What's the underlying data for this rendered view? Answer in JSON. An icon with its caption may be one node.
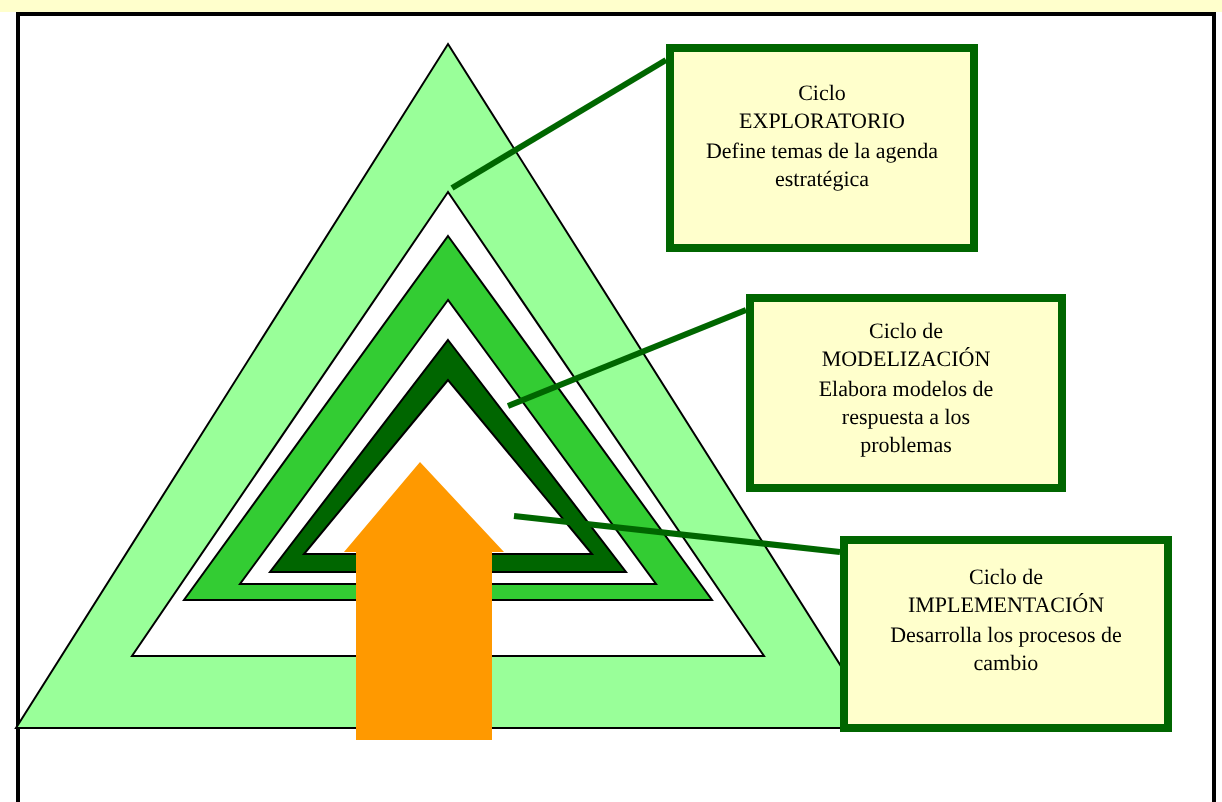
{
  "diagram": {
    "nodes": [
      {
        "text": [],
        "shape": "triangle"
      },
      {
        "text": [],
        "shape": "triangle",
        "in": 0
      },
      {
        "text": [],
        "shape": "triangle",
        "in": 1
      },
      {
        "text": [
          "Ciclo EXPLORATORIO",
          "Define temas de la agenda estratégica"
        ]
      },
      {
        "text": [
          "Ciclo de MODELIZACIÓN",
          "Elabora modelos de respuesta a los problemas"
        ]
      },
      {
        "text": [
          "Ciclo de IMPLEMENTACIÓN",
          "Desarrolla los procesos de cambio"
        ]
      }
    ],
    "edges": [
      {
        "from": 3,
        "to": 0,
        "arrow": "none"
      },
      {
        "from": 4,
        "to": 1,
        "arrow": "none"
      },
      {
        "from": 5,
        "to": 2,
        "arrow": "none"
      }
    ]
  }
}
